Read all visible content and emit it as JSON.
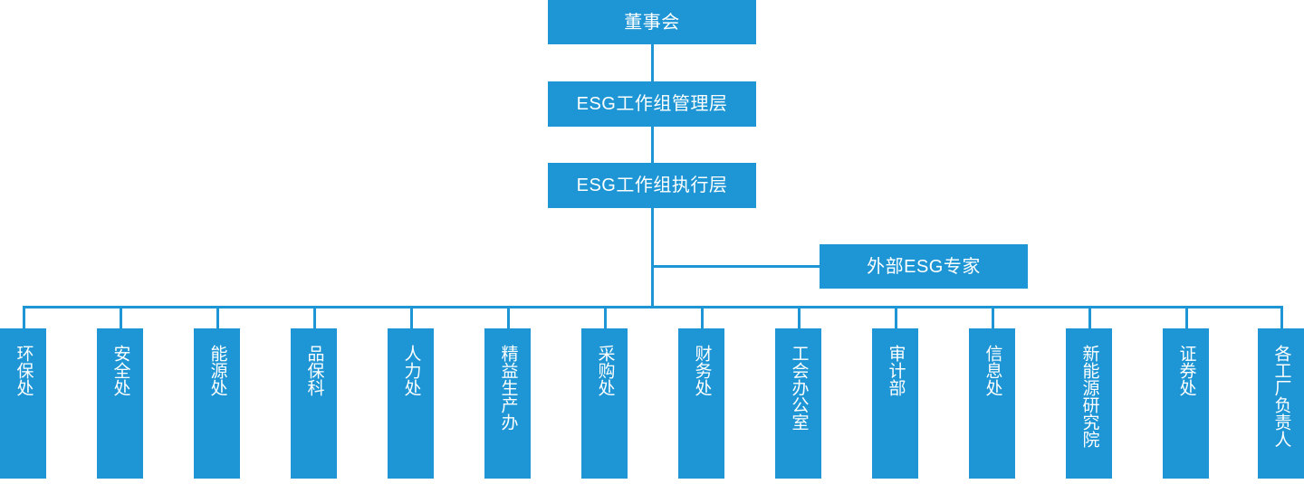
{
  "diagram": {
    "title_chain": {
      "board": "董事会",
      "management": "ESG工作组管理层",
      "execution": "ESG工作组执行层",
      "external_expert": "外部ESG专家"
    },
    "accent_color": "#1E95D4",
    "text_color": "#FFFFFF",
    "background_color": "#FFFFFF",
    "departments": [
      {
        "label": "环保处"
      },
      {
        "label": "安全处"
      },
      {
        "label": "能源处"
      },
      {
        "label": "品保科"
      },
      {
        "label": "人力处"
      },
      {
        "label": "精益生产办"
      },
      {
        "label": "采购处"
      },
      {
        "label": "财务处"
      },
      {
        "label": "工会办公室"
      },
      {
        "label": "审计部"
      },
      {
        "label": "信息处"
      },
      {
        "label": "新能源研究院"
      },
      {
        "label": "证券处"
      },
      {
        "label": "各工厂负责人"
      }
    ]
  }
}
